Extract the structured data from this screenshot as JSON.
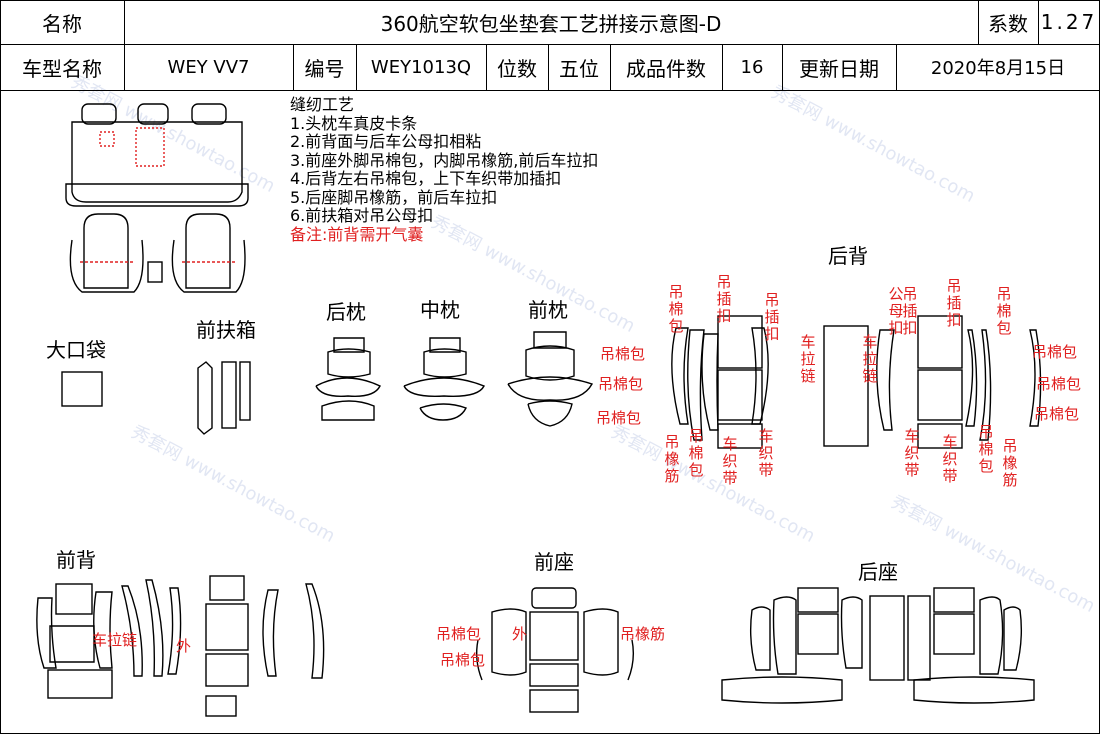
{
  "header": {
    "name_label": "名称",
    "title": "360航空软包坐垫套工艺拼接示意图-D",
    "coef_label": "系数",
    "coef_value": "1.27",
    "model_label": "车型名称",
    "model_value": "WEY VV7",
    "code_label": "编号",
    "code_value": "WEY1013Q",
    "seats_label": "位数",
    "seats_value": "五位",
    "pieces_label": "成品件数",
    "pieces_value": "16",
    "date_label": "更新日期",
    "date_value": "2020年8月15日"
  },
  "process": {
    "title": "缝纫工艺",
    "steps": [
      "1.头枕车真皮卡条",
      "2.前背面与后车公母扣相粘",
      "3.前座外脚吊棉包，内脚吊橡筋,前后车拉扣",
      "4.后背左右吊棉包，上下车织带加插扣",
      "5.后座脚吊橡筋，前后车拉扣",
      "6.前扶箱对吊公母扣"
    ],
    "note": "备注:前背需开气囊"
  },
  "sections": {
    "big_pocket": "大口袋",
    "front_armrest": "前扶箱",
    "rear_headrest": "后枕",
    "mid_headrest": "中枕",
    "front_headrest": "前枕",
    "rear_back": "后背",
    "front_back": "前背",
    "front_seat": "前座",
    "rear_seat": "后座"
  },
  "annotations": {
    "hang_cotton": "吊棉包",
    "hang_buckle": "吊插扣",
    "zipper": "车拉链",
    "hang_elastic": "吊橡筋",
    "webbing": "车织带",
    "male_female_buckle": "公母扣",
    "outer": "外",
    "hang_rubber": "吊橡筋",
    "zip_label": "车拉链"
  },
  "watermark": "秀套网 www.showtao.com",
  "colors": {
    "annotation_red": "#e02020",
    "line": "#000000"
  }
}
